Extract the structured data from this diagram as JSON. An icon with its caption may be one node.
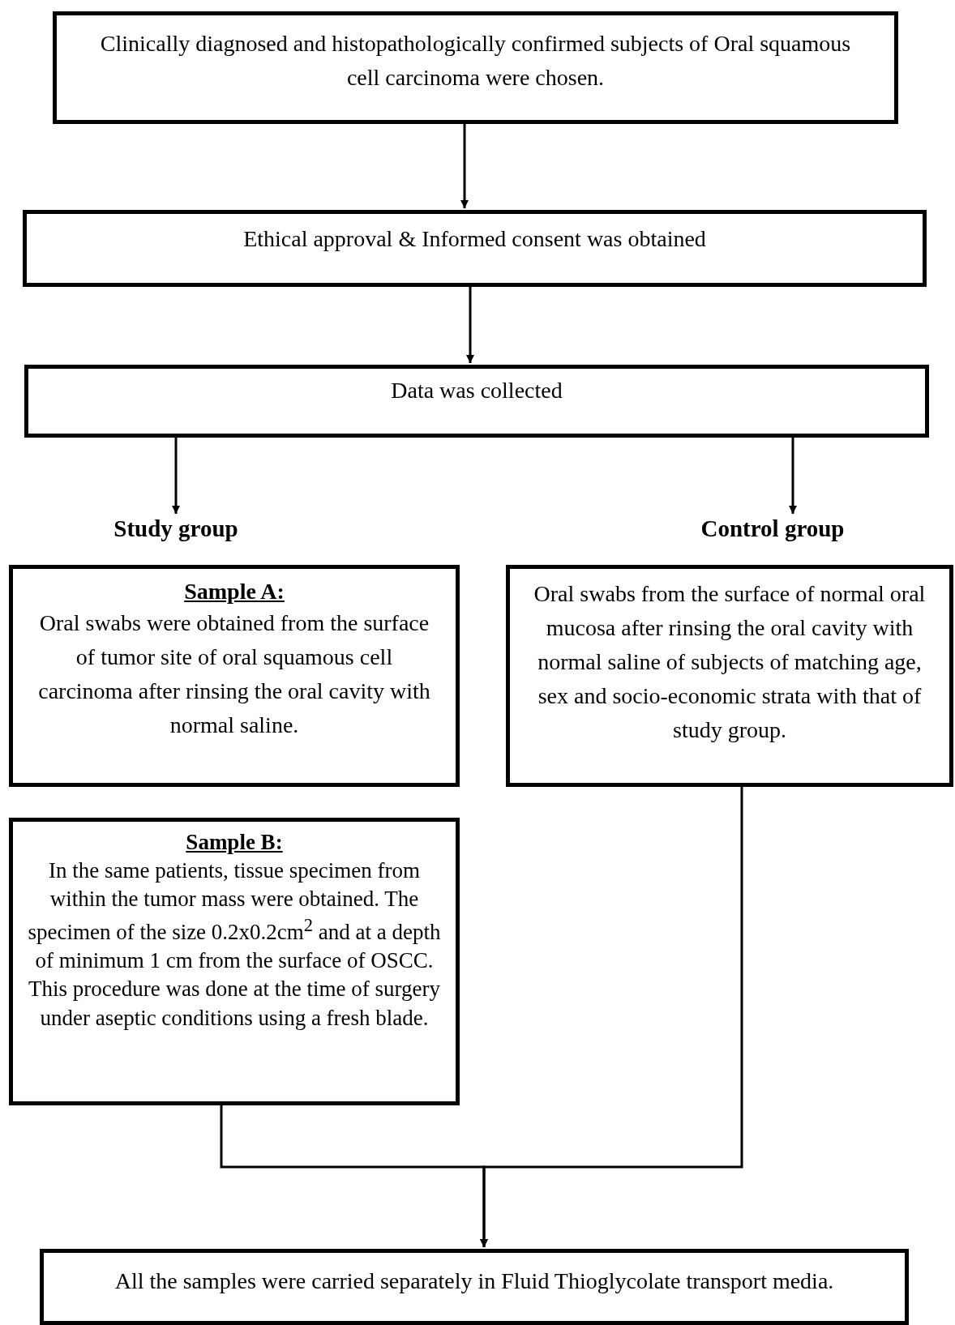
{
  "diagram": {
    "nodes": [
      {
        "text": [
          "Clinically diagnosed and histopathologically confirmed subjects of Oral squamous cell carcinoma were chosen."
        ]
      },
      {
        "text": [
          "Ethical approval & Informed consent was obtained"
        ]
      },
      {
        "text": [
          "Data was collected"
        ]
      },
      {
        "text": [
          "Study group"
        ]
      },
      {
        "text": [
          "Control group"
        ]
      },
      {
        "text": [
          "Sample A:",
          "Oral swabs were obtained from the surface of tumor site of oral squamous cell carcinoma after rinsing the oral cavity with normal saline."
        ]
      },
      {
        "text": [
          "Oral swabs from the surface of normal oral mucosa after rinsing the oral cavity with normal saline of subjects of matching age, sex and socio-economic strata with that of study group."
        ]
      },
      {
        "text": [
          "Sample B:",
          "In the same patients, tissue specimen from within the tumor mass were obtained. The specimen of the size 0.2x0.2cm$^{2}$ and at a depth of minimum 1 cm from the surface of OSCC. This procedure was done at the time of surgery under aseptic conditions using a fresh blade."
        ]
      },
      {
        "text": [
          "All the samples were carried separately in Fluid Thioglycolate transport media."
        ]
      }
    ],
    "edges": [
      {
        "from": 0,
        "to": 1,
        "arrow": "to"
      },
      {
        "from": 1,
        "to": 2,
        "arrow": "to"
      },
      {
        "from": 2,
        "to": 3,
        "arrow": "to"
      },
      {
        "from": 2,
        "to": 4,
        "arrow": "to"
      },
      {
        "from": 7,
        "to": 8,
        "arrow": "to"
      },
      {
        "from": 6,
        "to": 8,
        "arrow": "to"
      }
    ]
  }
}
